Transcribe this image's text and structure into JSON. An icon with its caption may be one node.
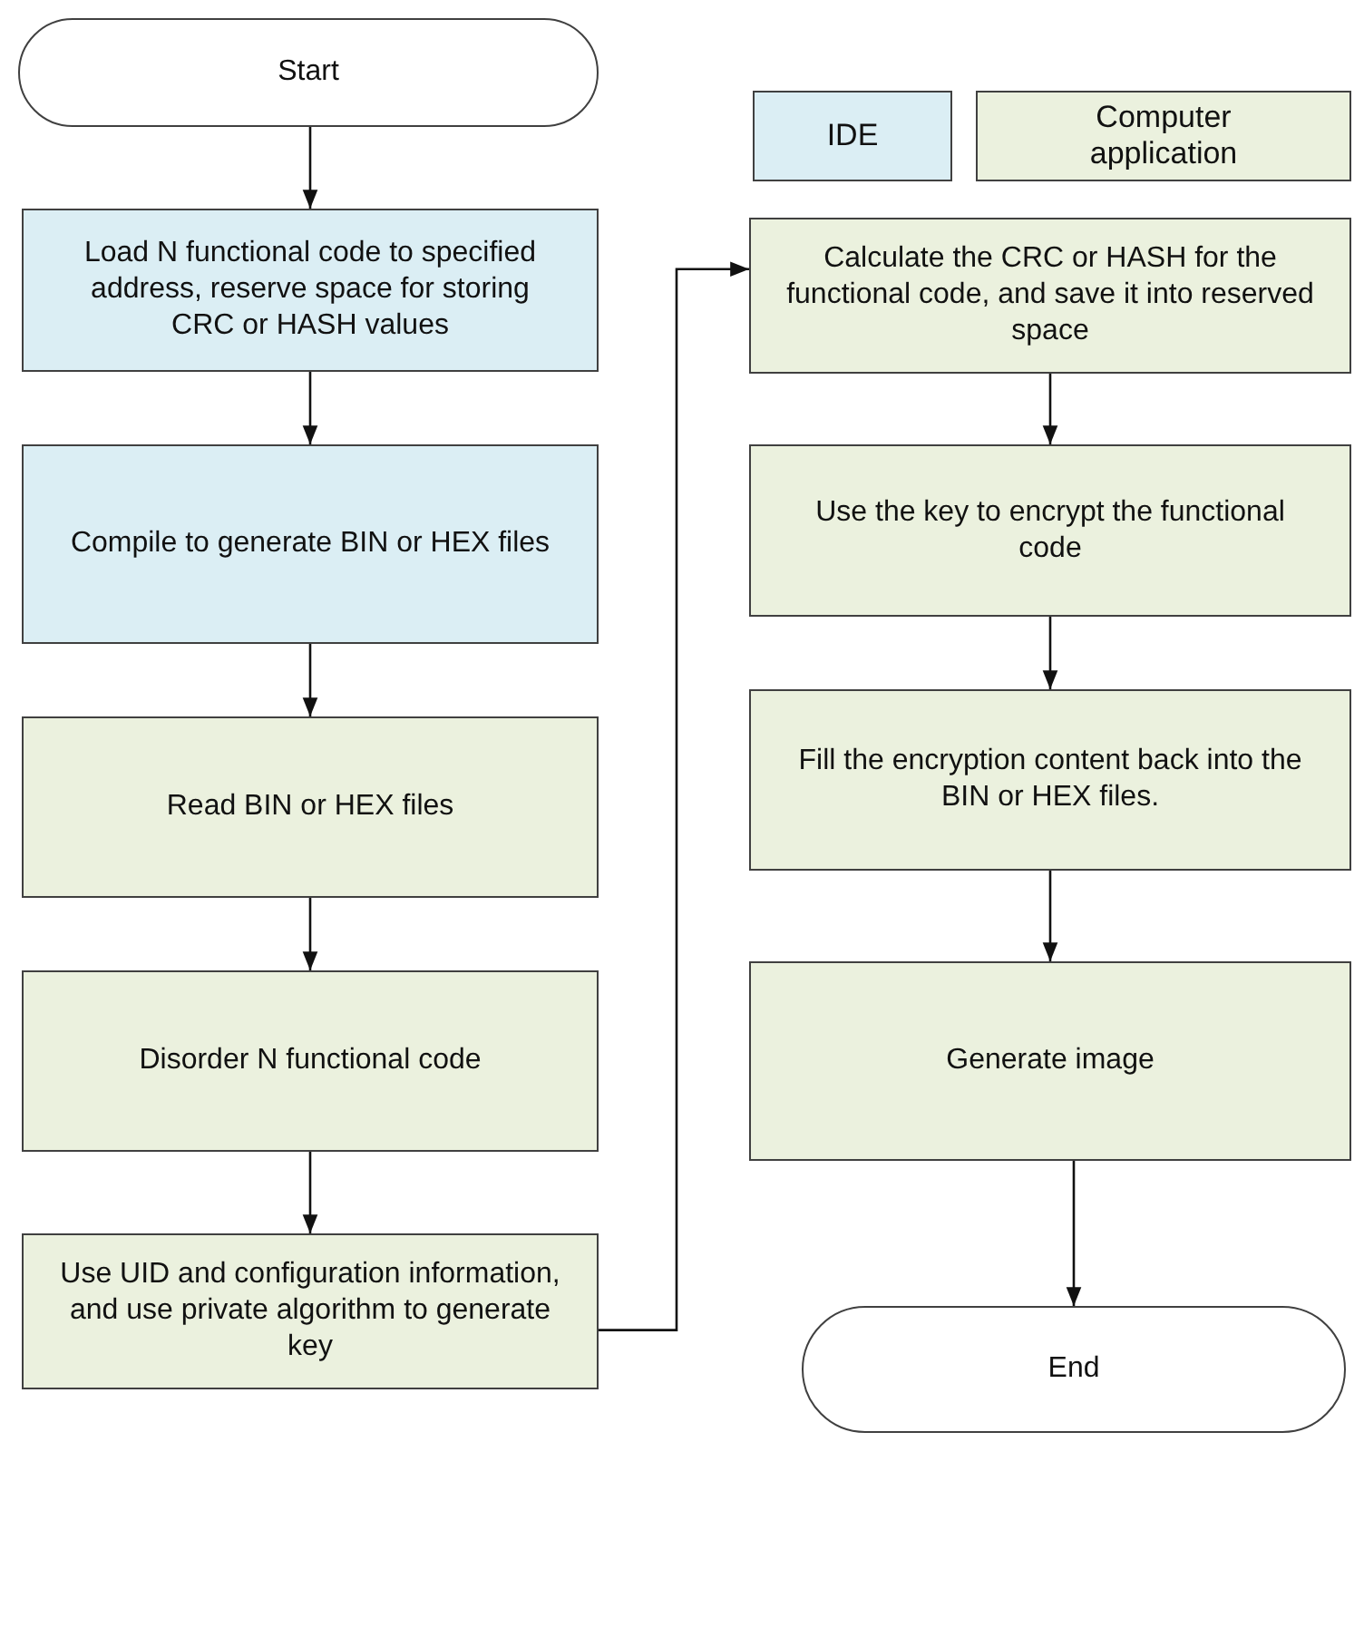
{
  "diagram": {
    "nodes": [
      {
        "text": [
          "Start"
        ]
      },
      {
        "text": [
          "Load N functional code to specified address, reserve space for storing CRC or HASH values"
        ]
      },
      {
        "text": [
          "Compile to generate BIN or HEX files"
        ]
      },
      {
        "text": [
          "Read BIN or HEX files"
        ]
      },
      {
        "text": [
          "Disorder N functional code"
        ]
      },
      {
        "text": [
          "Use UID and configuration information, and use private algorithm to generate key"
        ]
      },
      {
        "text": [
          "Calculate the CRC or HASH for the functional code, and save it into reserved  space"
        ]
      },
      {
        "text": [
          "Use the key to encrypt the functional code"
        ]
      },
      {
        "text": [
          "Fill the encryption content back into the BIN or HEX files."
        ]
      },
      {
        "text": [
          "Generate image"
        ]
      },
      {
        "text": [
          "End"
        ]
      }
    ],
    "edges": [
      {
        "from": 0,
        "to": 1,
        "arrow": "to"
      },
      {
        "from": 1,
        "to": 2,
        "arrow": "to"
      },
      {
        "from": 2,
        "to": 3,
        "arrow": "to"
      },
      {
        "from": 3,
        "to": 4,
        "arrow": "to"
      },
      {
        "from": 4,
        "to": 5,
        "arrow": "to"
      },
      {
        "from": 5,
        "to": 6,
        "arrow": "to"
      },
      {
        "from": 6,
        "to": 7,
        "arrow": "to"
      },
      {
        "from": 7,
        "to": 8,
        "arrow": "to"
      },
      {
        "from": 8,
        "to": 9,
        "arrow": "to"
      },
      {
        "from": 9,
        "to": 10,
        "arrow": "to"
      }
    ],
    "legend": [
      {
        "text": "IDE",
        "color": "#dbeef4"
      },
      {
        "text": "Computer application",
        "color": "#ebf1de"
      }
    ]
  }
}
